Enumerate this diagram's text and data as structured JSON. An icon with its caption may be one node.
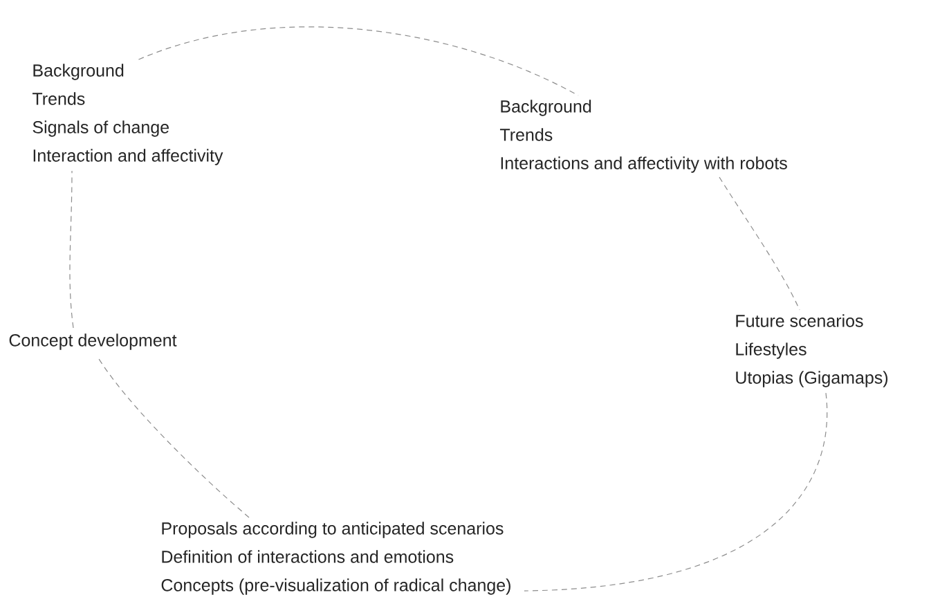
{
  "diagram": {
    "nodes": [
      {
        "text": [
          "Background",
          "Trends",
          "Signals of change",
          "Interaction and affectivity"
        ]
      },
      {
        "text": [
          "Background",
          "Trends",
          "Interactions and affectivity with robots"
        ]
      },
      {
        "text": [
          "Future scenarios",
          "Lifestyles",
          "Utopias (Gigamaps)"
        ]
      },
      {
        "text": [
          "Concept development"
        ]
      },
      {
        "text": [
          "Proposals according to anticipated scenarios",
          "Definition of interactions and emotions",
          "Concepts (pre-visualization of radical change)"
        ]
      }
    ],
    "edges": [
      {
        "from": 0,
        "to": 1,
        "arrow": "none",
        "style": "dashed"
      },
      {
        "from": 1,
        "to": 2,
        "arrow": "none",
        "style": "dashed"
      },
      {
        "from": 2,
        "to": 4,
        "arrow": "none",
        "style": "dashed"
      },
      {
        "from": 4,
        "to": 3,
        "arrow": "none",
        "style": "dashed"
      },
      {
        "from": 3,
        "to": 0,
        "arrow": "none",
        "style": "dashed"
      }
    ]
  }
}
